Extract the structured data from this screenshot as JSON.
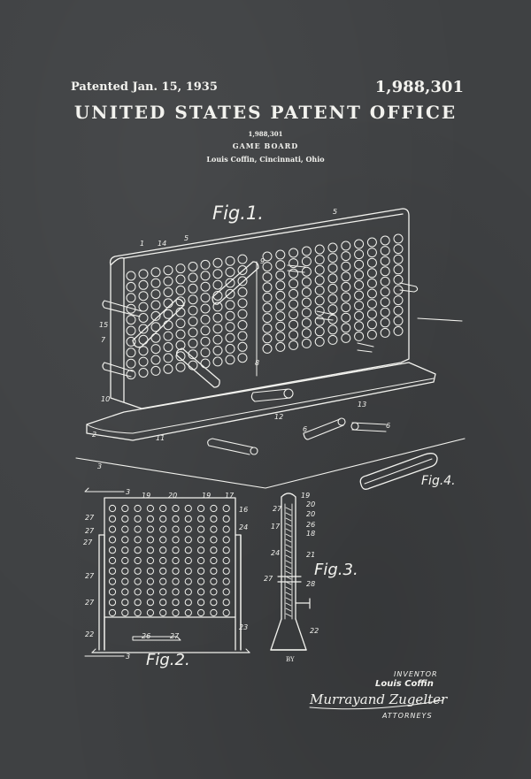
{
  "header": {
    "patented": "Patented Jan. 15, 1935",
    "patent_number": "1,988,301",
    "office": "UNITED STATES PATENT OFFICE",
    "sub_number": "1,988,301",
    "title": "GAME BOARD",
    "inventor_line": "Louis Coffin, Cincinnati, Ohio"
  },
  "figures": {
    "fig1": "Fig.1.",
    "fig2": "Fig.2.",
    "fig3": "Fig.3.",
    "fig4": "Fig.4."
  },
  "refs": {
    "fig1": [
      "1",
      "14",
      "5",
      "9",
      "5",
      "15",
      "7",
      "8",
      "10",
      "11",
      "12",
      "13",
      "6",
      "6",
      "2",
      "3"
    ],
    "fig2": [
      "3",
      "19",
      "20",
      "19",
      "17",
      "16",
      "27",
      "24",
      "27",
      "27",
      "27",
      "27",
      "22",
      "26",
      "27",
      "23",
      "3"
    ],
    "fig3": [
      "19",
      "20",
      "27",
      "20",
      "26",
      "17",
      "18",
      "24",
      "21",
      "27",
      "28",
      "22"
    ]
  },
  "signature": {
    "by": "BY",
    "inventor_label": "INVENTOR",
    "inventor_name": "Louis Coffin",
    "attorney_sign": "Murrayand Zugelter",
    "attorneys_label": "ATTORNEYS"
  },
  "colors": {
    "background": "#3f4143",
    "ink": "#f2f2ee"
  }
}
